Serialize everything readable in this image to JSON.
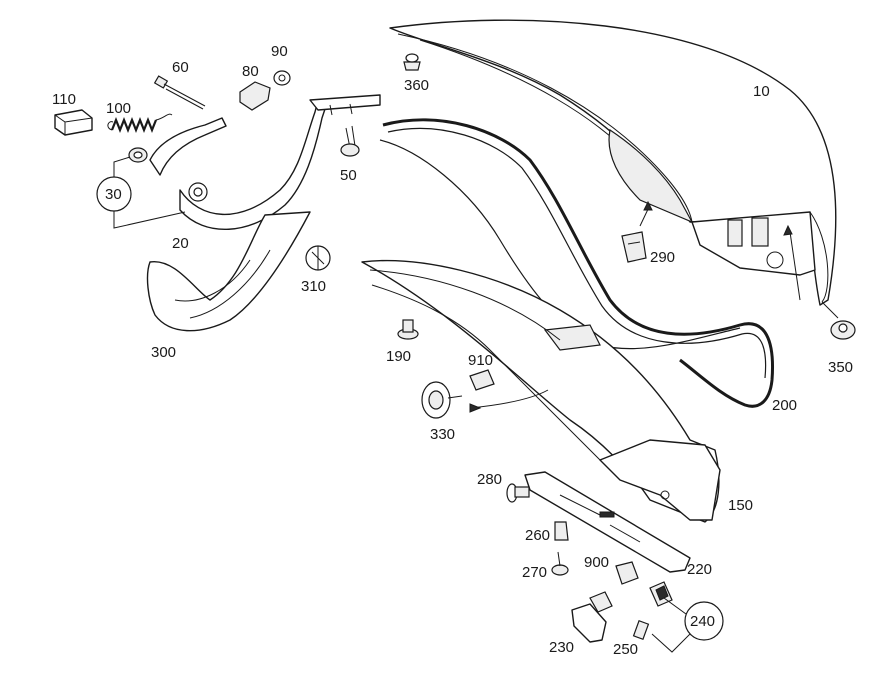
{
  "labels": {
    "p10": "10",
    "p20": "20",
    "p30": "30",
    "p50": "50",
    "p60": "60",
    "p80": "80",
    "p90": "90",
    "p100": "100",
    "p110": "110",
    "p150": "150",
    "p190": "190",
    "p200": "200",
    "p220": "220",
    "p230": "230",
    "p240": "240",
    "p250": "250",
    "p260": "260",
    "p270": "270",
    "p280": "280",
    "p290": "290",
    "p300": "300",
    "p310": "310",
    "p330": "330",
    "p350": "350",
    "p360": "360",
    "p900": "900",
    "p910": "910"
  }
}
